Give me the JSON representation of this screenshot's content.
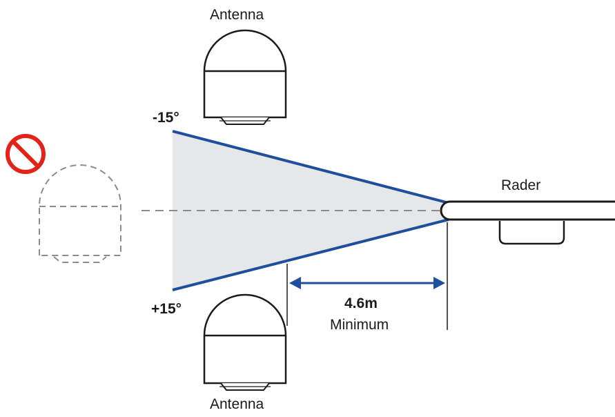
{
  "labels": {
    "antenna_top": "Antenna",
    "antenna_bottom": "Antenna",
    "angle_top": "-15°",
    "angle_bottom": "+15°",
    "radar": "Rader",
    "distance_value": "4.6m",
    "distance_note": "Minimum"
  },
  "colors": {
    "beam_edge": "#1f4e9c",
    "beam_fill": "#e6e7e8",
    "prohibited": "#e2231a",
    "outline": "#1a1a1a",
    "dashed": "#8c8c8c"
  },
  "icons": [
    "prohibited-icon"
  ]
}
